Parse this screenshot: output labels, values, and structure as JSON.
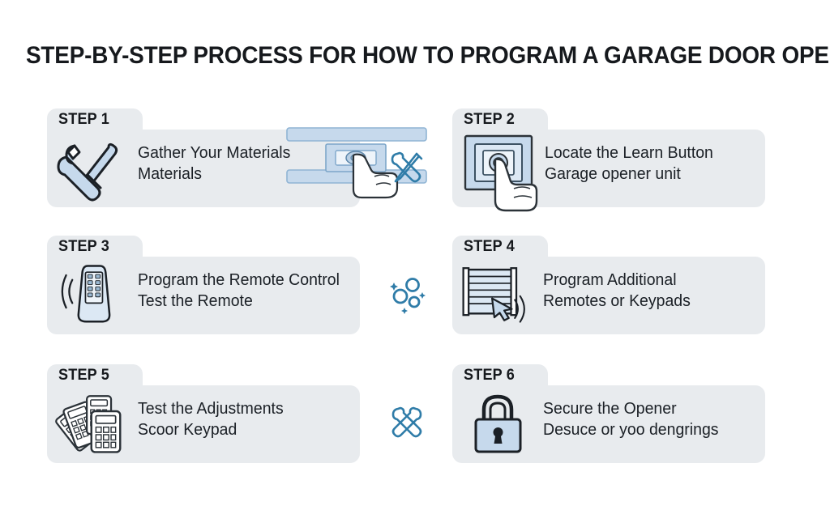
{
  "title": "STEP-BY-STEP PROCESS FOR HOW TO PROGRAM A GARAGE DOOR  OPENER",
  "colors": {
    "page_background": "#ffffff",
    "card_background": "#e8ebee",
    "title_text": "#16191d",
    "body_text": "#1b2026",
    "icon_outline": "#1b2026",
    "icon_fill_light_blue": "#c6d9ec",
    "icon_fill_pale": "#dce8f4",
    "connector_accent": "#2f7ca8"
  },
  "steps": [
    {
      "tab": "STEP 1",
      "line1": "Gather Your Materials",
      "line2": "Materials",
      "icon": "wrench-screwdriver-icon",
      "art": "hand-pressing-wall-button-art"
    },
    {
      "tab": "STEP 2",
      "line1": "Locate the Learn Button",
      "line2": "Garage opener unit",
      "icon": "learn-button-panel-icon",
      "art": "hand-pressing-learn-button-art"
    },
    {
      "tab": "STEP 3",
      "line1": "Program the Remote Control",
      "line2": "Test the Remote",
      "icon": "remote-control-signal-icon",
      "art": "none"
    },
    {
      "tab": "STEP 4",
      "line1": "Program Additional",
      "line2": "Remotes or Keypads",
      "icon": "garage-door-signal-icon",
      "art": "none"
    },
    {
      "tab": "STEP 5",
      "line1": "Test the Adjustments",
      "line2": "Scoor Keypad",
      "icon": "stacked-keypads-icon",
      "art": "none"
    },
    {
      "tab": "STEP 6",
      "line1": "Secure the Opener",
      "line2": "Desuce or yoo dengrings",
      "icon": "padlock-icon",
      "art": "none"
    }
  ],
  "connectors": [
    {
      "name": "wrench-screwdriver-connector-icon"
    },
    {
      "name": "bubbles-sparkle-connector-icon"
    },
    {
      "name": "crossed-wrenches-connector-icon"
    }
  ]
}
